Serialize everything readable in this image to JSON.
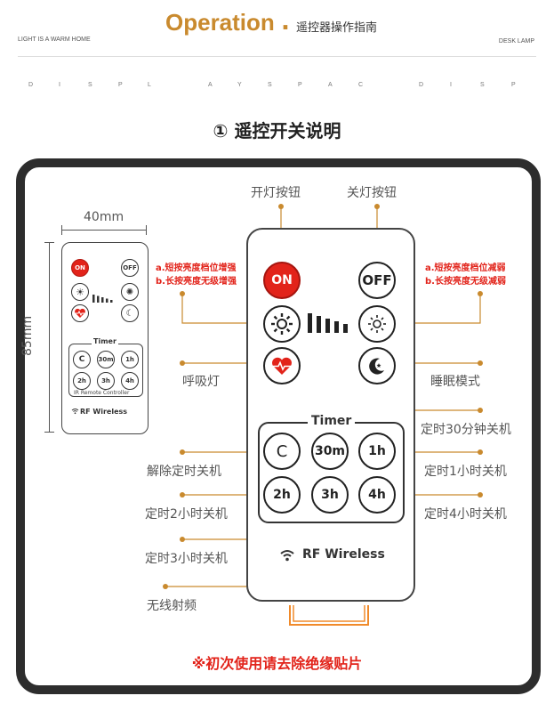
{
  "header": {
    "title": "Operation",
    "dot": ".",
    "subtitle": "遥控器操作指南",
    "left_text": "LIGHT IS A WARM HOME",
    "right_text": "DESK LAMP",
    "letters": [
      "D",
      "I",
      "S",
      "P",
      "L",
      "A",
      "Y",
      "S",
      "P",
      "A",
      "C",
      "D",
      "I",
      "S",
      "P"
    ]
  },
  "section_title": "① 遥控开关说明",
  "small_remote": {
    "width_label": "40mm",
    "height_label": "85mm",
    "on": "ON",
    "off": "OFF",
    "timer": "Timer",
    "timer_buttons": [
      "C",
      "30m",
      "1h",
      "2h",
      "3h",
      "4h"
    ],
    "ir_text": "IR Remote Controller",
    "rf": "RF Wireless"
  },
  "big_remote": {
    "on": "ON",
    "off": "OFF",
    "timer": "Timer",
    "timer_buttons": [
      "C",
      "30m",
      "1h",
      "2h",
      "3h",
      "4h"
    ],
    "rf": "RF Wireless"
  },
  "labels": {
    "on_button": "开灯按钮",
    "off_button": "关灯按钮",
    "bright_up_1": "a.短按亮度档位增强",
    "bright_up_2": "b.长按亮度无级增强",
    "bright_down_1": "a.短按亮度档位减弱",
    "bright_down_2": "b.长按亮度无级减弱",
    "breathing": "呼吸灯",
    "sleep": "睡眠模式",
    "timer_30m": "定时30分钟关机",
    "cancel_timer": "解除定时关机",
    "timer_1h": "定时1小时关机",
    "timer_2h": "定时2小时关机",
    "timer_4h": "定时4小时关机",
    "timer_3h": "定时3小时关机",
    "rf": "无线射频"
  },
  "note": "※初次使用请去除绝缘贴片",
  "colors": {
    "accent": "#c98a2e",
    "red": "#e2231a",
    "callout": "#c98a2e",
    "frame": "#2d2d2d"
  }
}
